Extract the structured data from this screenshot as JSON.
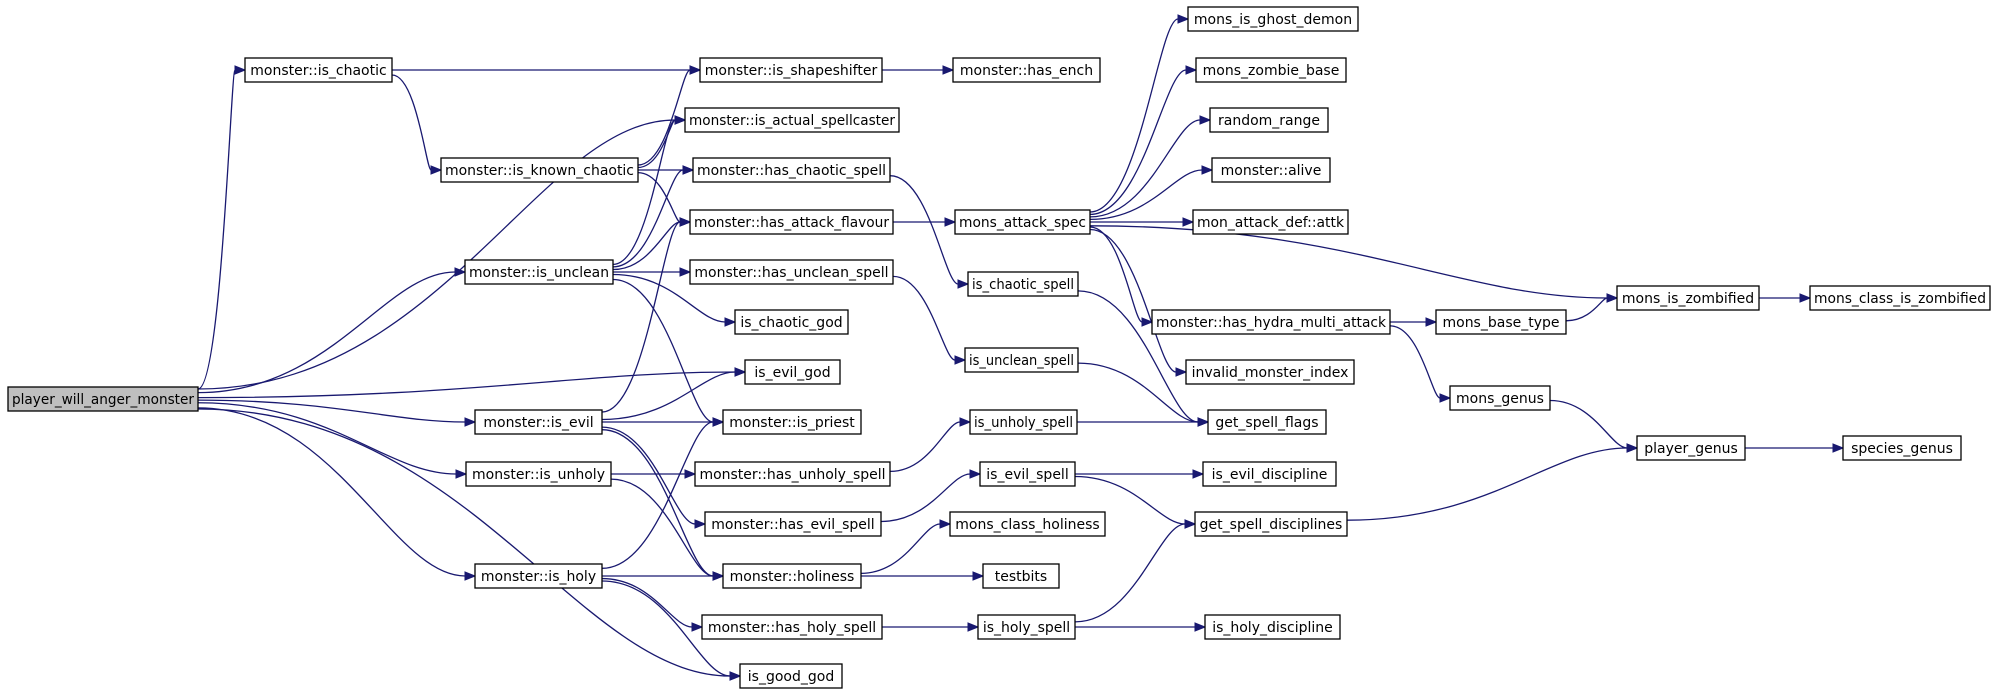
{
  "diagram": {
    "nodes": [
      {
        "id": "player_will_anger_monster",
        "label": "player_will_anger_monster",
        "root": true
      },
      {
        "id": "is_chaotic",
        "label": "monster::is_chaotic"
      },
      {
        "id": "is_known_chaotic",
        "label": "monster::is_known_chaotic"
      },
      {
        "id": "is_unclean",
        "label": "monster::is_unclean"
      },
      {
        "id": "is_evil",
        "label": "monster::is_evil"
      },
      {
        "id": "is_unholy",
        "label": "monster::is_unholy"
      },
      {
        "id": "is_holy",
        "label": "monster::is_holy"
      },
      {
        "id": "is_shapeshifter",
        "label": "monster::is_shapeshifter"
      },
      {
        "id": "is_actual_spellcaster",
        "label": "monster::is_actual_spellcaster"
      },
      {
        "id": "has_chaotic_spell",
        "label": "monster::has_chaotic_spell"
      },
      {
        "id": "has_attack_flavour",
        "label": "monster::has_attack_flavour"
      },
      {
        "id": "has_unclean_spell",
        "label": "monster::has_unclean_spell"
      },
      {
        "id": "is_chaotic_god",
        "label": "is_chaotic_god"
      },
      {
        "id": "is_evil_god",
        "label": "is_evil_god"
      },
      {
        "id": "is_priest",
        "label": "monster::is_priest"
      },
      {
        "id": "has_unholy_spell",
        "label": "monster::has_unholy_spell"
      },
      {
        "id": "has_evil_spell",
        "label": "monster::has_evil_spell"
      },
      {
        "id": "holiness",
        "label": "monster::holiness"
      },
      {
        "id": "has_holy_spell",
        "label": "monster::has_holy_spell"
      },
      {
        "id": "is_good_god",
        "label": "is_good_god"
      },
      {
        "id": "has_ench",
        "label": "monster::has_ench"
      },
      {
        "id": "mons_attack_spec",
        "label": "mons_attack_spec"
      },
      {
        "id": "is_chaotic_spell",
        "label": "is_chaotic_spell"
      },
      {
        "id": "is_unclean_spell",
        "label": "is_unclean_spell"
      },
      {
        "id": "is_unholy_spell",
        "label": "is_unholy_spell"
      },
      {
        "id": "is_evil_spell",
        "label": "is_evil_spell"
      },
      {
        "id": "mons_class_holiness",
        "label": "mons_class_holiness"
      },
      {
        "id": "testbits",
        "label": "testbits"
      },
      {
        "id": "is_holy_spell",
        "label": "is_holy_spell"
      },
      {
        "id": "mons_is_ghost_demon",
        "label": "mons_is_ghost_demon"
      },
      {
        "id": "mons_zombie_base",
        "label": "mons_zombie_base"
      },
      {
        "id": "random_range",
        "label": "random_range"
      },
      {
        "id": "alive",
        "label": "monster::alive"
      },
      {
        "id": "attk",
        "label": "mon_attack_def::attk"
      },
      {
        "id": "has_hydra_multi_attack",
        "label": "monster::has_hydra_multi_attack"
      },
      {
        "id": "invalid_monster_index",
        "label": "invalid_monster_index"
      },
      {
        "id": "get_spell_flags",
        "label": "get_spell_flags"
      },
      {
        "id": "is_evil_discipline",
        "label": "is_evil_discipline"
      },
      {
        "id": "get_spell_disciplines",
        "label": "get_spell_disciplines"
      },
      {
        "id": "is_holy_discipline",
        "label": "is_holy_discipline"
      },
      {
        "id": "mons_base_type",
        "label": "mons_base_type"
      },
      {
        "id": "mons_genus",
        "label": "mons_genus"
      },
      {
        "id": "mons_is_zombified",
        "label": "mons_is_zombified"
      },
      {
        "id": "player_genus",
        "label": "player_genus"
      },
      {
        "id": "mons_class_is_zombified",
        "label": "mons_class_is_zombified"
      },
      {
        "id": "species_genus",
        "label": "species_genus"
      }
    ],
    "edges": [
      [
        "player_will_anger_monster",
        "is_chaotic"
      ],
      [
        "player_will_anger_monster",
        "is_actual_spellcaster"
      ],
      [
        "player_will_anger_monster",
        "is_unclean"
      ],
      [
        "player_will_anger_monster",
        "is_evil_god"
      ],
      [
        "player_will_anger_monster",
        "is_evil"
      ],
      [
        "player_will_anger_monster",
        "is_unholy"
      ],
      [
        "player_will_anger_monster",
        "is_holy"
      ],
      [
        "player_will_anger_monster",
        "is_good_god"
      ],
      [
        "is_chaotic",
        "is_shapeshifter"
      ],
      [
        "is_chaotic",
        "is_known_chaotic"
      ],
      [
        "is_known_chaotic",
        "is_shapeshifter"
      ],
      [
        "is_known_chaotic",
        "is_actual_spellcaster"
      ],
      [
        "is_known_chaotic",
        "has_chaotic_spell"
      ],
      [
        "is_known_chaotic",
        "has_attack_flavour"
      ],
      [
        "is_unclean",
        "is_actual_spellcaster"
      ],
      [
        "is_unclean",
        "has_chaotic_spell"
      ],
      [
        "is_unclean",
        "has_attack_flavour"
      ],
      [
        "is_unclean",
        "has_unclean_spell"
      ],
      [
        "is_unclean",
        "is_chaotic_god"
      ],
      [
        "is_unclean",
        "is_priest"
      ],
      [
        "is_evil",
        "has_attack_flavour"
      ],
      [
        "is_evil",
        "is_evil_god"
      ],
      [
        "is_evil",
        "is_priest"
      ],
      [
        "is_evil",
        "has_evil_spell"
      ],
      [
        "is_evil",
        "holiness"
      ],
      [
        "is_unholy",
        "has_unholy_spell"
      ],
      [
        "is_unholy",
        "holiness"
      ],
      [
        "is_holy",
        "is_priest"
      ],
      [
        "is_holy",
        "holiness"
      ],
      [
        "is_holy",
        "has_holy_spell"
      ],
      [
        "is_holy",
        "is_good_god"
      ],
      [
        "is_shapeshifter",
        "has_ench"
      ],
      [
        "has_chaotic_spell",
        "is_chaotic_spell"
      ],
      [
        "has_attack_flavour",
        "mons_attack_spec"
      ],
      [
        "has_unclean_spell",
        "is_unclean_spell"
      ],
      [
        "has_unholy_spell",
        "is_unholy_spell"
      ],
      [
        "has_evil_spell",
        "is_evil_spell"
      ],
      [
        "holiness",
        "mons_class_holiness"
      ],
      [
        "holiness",
        "testbits"
      ],
      [
        "has_holy_spell",
        "is_holy_spell"
      ],
      [
        "mons_attack_spec",
        "mons_is_ghost_demon"
      ],
      [
        "mons_attack_spec",
        "mons_zombie_base"
      ],
      [
        "mons_attack_spec",
        "random_range"
      ],
      [
        "mons_attack_spec",
        "alive"
      ],
      [
        "mons_attack_spec",
        "attk"
      ],
      [
        "mons_attack_spec",
        "has_hydra_multi_attack"
      ],
      [
        "mons_attack_spec",
        "invalid_monster_index"
      ],
      [
        "mons_attack_spec",
        "mons_is_zombified"
      ],
      [
        "is_chaotic_spell",
        "get_spell_flags"
      ],
      [
        "is_unclean_spell",
        "get_spell_flags"
      ],
      [
        "is_unholy_spell",
        "get_spell_flags"
      ],
      [
        "is_evil_spell",
        "is_evil_discipline"
      ],
      [
        "is_evil_spell",
        "get_spell_disciplines"
      ],
      [
        "is_holy_spell",
        "get_spell_disciplines"
      ],
      [
        "is_holy_spell",
        "is_holy_discipline"
      ],
      [
        "has_hydra_multi_attack",
        "mons_base_type"
      ],
      [
        "has_hydra_multi_attack",
        "mons_genus"
      ],
      [
        "mons_base_type",
        "mons_is_zombified"
      ],
      [
        "mons_is_zombified",
        "mons_class_is_zombified"
      ],
      [
        "mons_genus",
        "player_genus"
      ],
      [
        "get_spell_disciplines",
        "player_genus"
      ],
      [
        "player_genus",
        "species_genus"
      ]
    ]
  }
}
